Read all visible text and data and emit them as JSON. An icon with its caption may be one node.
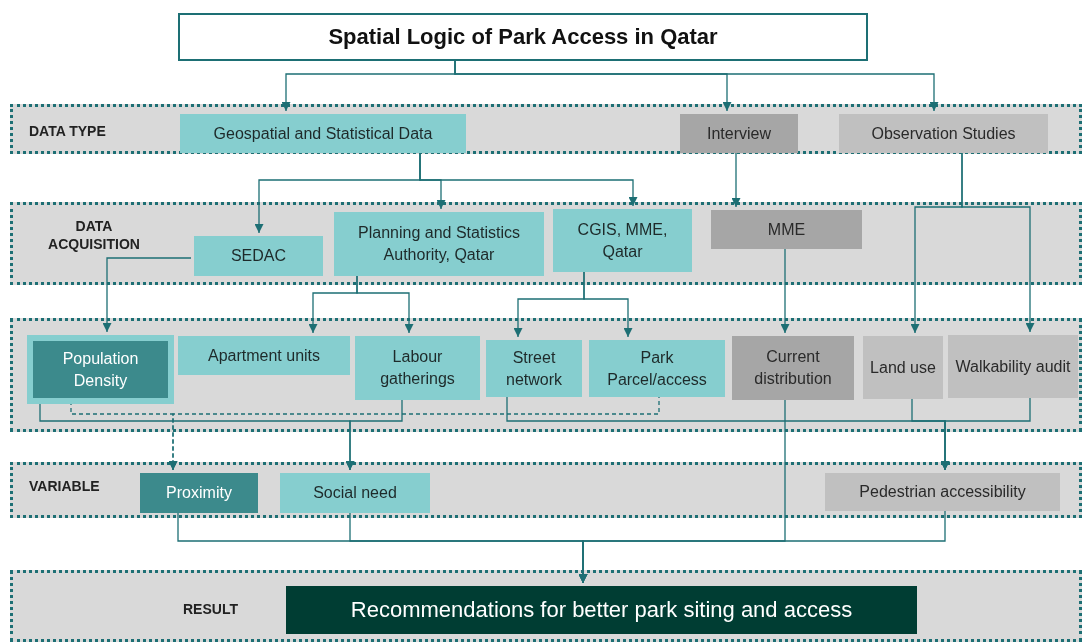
{
  "diagram": {
    "nodes": [
      {
        "text": [
          "Spatial Logic of Park Access in Qatar"
        ]
      },
      {
        "text": [
          "DATA TYPE"
        ]
      },
      {
        "text": [
          "Geospatial and Statistical Data"
        ],
        "in": 1
      },
      {
        "text": [
          "Interview"
        ],
        "in": 1
      },
      {
        "text": [
          "Observation Studies"
        ],
        "in": 1
      },
      {
        "text": [
          "DATA ACQUISITION"
        ]
      },
      {
        "text": [
          "SEDAC"
        ],
        "in": 5
      },
      {
        "text": [
          "Planning and Statistics Authority, Qatar"
        ],
        "in": 5
      },
      {
        "text": [
          "CGIS, MME, Qatar"
        ],
        "in": 5
      },
      {
        "text": [
          "MME"
        ],
        "in": 5
      },
      {
        "text": [],
        "shape": "box"
      },
      {
        "text": [
          "Population Density"
        ],
        "in": 10
      },
      {
        "text": [
          "Apartment units"
        ],
        "in": 10
      },
      {
        "text": [
          "Labour gatherings"
        ],
        "in": 10
      },
      {
        "text": [
          "Street network"
        ],
        "in": 10
      },
      {
        "text": [
          "Park Parcel/access"
        ],
        "in": 10
      },
      {
        "text": [
          "Current distribution"
        ],
        "in": 10
      },
      {
        "text": [
          "Land use"
        ],
        "in": 10
      },
      {
        "text": [
          "Walkability audit"
        ],
        "in": 10
      },
      {
        "text": [
          "VARIABLE"
        ]
      },
      {
        "text": [
          "Proximity"
        ],
        "in": 19
      },
      {
        "text": [
          "Social need"
        ],
        "in": 19
      },
      {
        "text": [
          "Pedestrian accessibility"
        ],
        "in": 19
      },
      {
        "text": [
          "RESULT"
        ]
      },
      {
        "text": [
          "Recommendations for better park siting and access"
        ],
        "in": 23
      }
    ],
    "edges": [
      {
        "from": 0,
        "to": 2,
        "arrow": "to"
      },
      {
        "from": 0,
        "to": 3,
        "arrow": "to"
      },
      {
        "from": 0,
        "to": 4,
        "arrow": "to"
      },
      {
        "from": 2,
        "to": 6,
        "arrow": "to"
      },
      {
        "from": 2,
        "to": 7,
        "arrow": "to"
      },
      {
        "from": 2,
        "to": 8,
        "arrow": "to"
      },
      {
        "from": 3,
        "to": 9,
        "arrow": "to"
      },
      {
        "from": 4,
        "to": 17,
        "arrow": "to"
      },
      {
        "from": 4,
        "to": 18,
        "arrow": "to"
      },
      {
        "from": 6,
        "to": 11,
        "arrow": "to"
      },
      {
        "from": 7,
        "to": 12,
        "arrow": "to"
      },
      {
        "from": 7,
        "to": 13,
        "arrow": "to"
      },
      {
        "from": 8,
        "to": 14,
        "arrow": "to"
      },
      {
        "from": 8,
        "to": 15,
        "arrow": "to"
      },
      {
        "from": 9,
        "to": 16,
        "arrow": "to"
      },
      {
        "from": 11,
        "to": 20,
        "arrow": "to",
        "style": "dashed"
      },
      {
        "from": 15,
        "to": 20,
        "arrow": "to",
        "style": "dashed"
      },
      {
        "from": 11,
        "to": 21,
        "arrow": "to"
      },
      {
        "from": 13,
        "to": 21,
        "arrow": "to"
      },
      {
        "from": 14,
        "to": 22,
        "arrow": "to"
      },
      {
        "from": 17,
        "to": 22,
        "arrow": "to"
      },
      {
        "from": 18,
        "to": 22,
        "arrow": "to"
      },
      {
        "from": 20,
        "to": 24,
        "arrow": "to"
      },
      {
        "from": 21,
        "to": 24,
        "arrow": "to"
      },
      {
        "from": 16,
        "to": 24,
        "arrow": "to"
      },
      {
        "from": 22,
        "to": 24,
        "arrow": "to"
      }
    ]
  }
}
